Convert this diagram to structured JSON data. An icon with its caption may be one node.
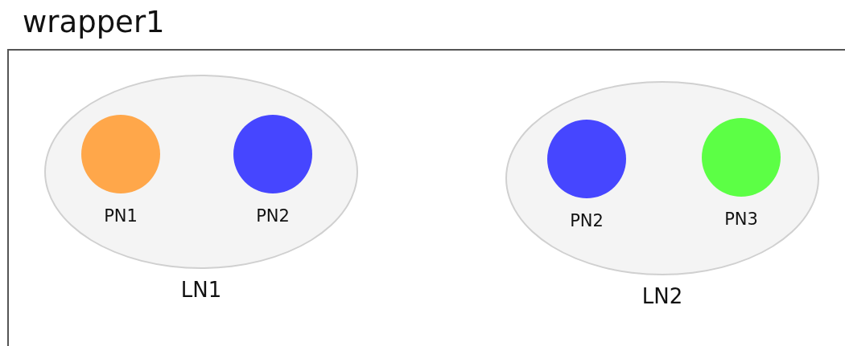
{
  "diagram": {
    "nodes": [
      {
        "text": [
          "wrapper1"
        ]
      },
      {
        "text": [
          "LN1"
        ],
        "in": 0
      },
      {
        "text": [
          "PN1"
        ],
        "in": 1
      },
      {
        "text": [
          "PN2"
        ],
        "in": 1
      },
      {
        "text": [
          "LN2"
        ],
        "in": 0
      },
      {
        "text": [
          "PN2"
        ],
        "in": 4
      },
      {
        "text": [
          "PN3"
        ],
        "in": 4
      }
    ]
  }
}
